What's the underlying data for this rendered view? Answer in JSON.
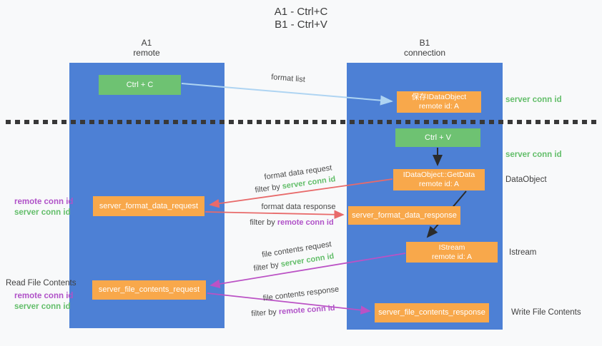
{
  "title": {
    "line1": "A1 - Ctrl+C",
    "line2": "B1 - Ctrl+V"
  },
  "columns": {
    "a": {
      "name": "A1",
      "role": "remote"
    },
    "b": {
      "name": "B1",
      "role": "connection"
    }
  },
  "nodes": {
    "ctrl_c": {
      "label": "Ctrl + C"
    },
    "save_idataobject": {
      "line1": "保存IDataObject",
      "line2": "remote id: A"
    },
    "ctrl_v": {
      "label": "Ctrl + V"
    },
    "getdata": {
      "line1": "IDataObject::GetData",
      "line2": "remote id: A"
    },
    "format_request": {
      "label": "server_format_data_request"
    },
    "format_response": {
      "label": "server_format_data_response"
    },
    "istream": {
      "line1": "IStream",
      "line2": "remote id: A"
    },
    "file_request": {
      "label": "server_file_contents_request"
    },
    "file_response": {
      "label": "server_file_contents_response"
    }
  },
  "side_labels": {
    "server_conn_id_top": "server conn id",
    "server_conn_id_mid": "server conn id",
    "dataobject": "DataObject",
    "istream": "Istream",
    "write_file_contents": "Write File Contents",
    "read_file_contents": "Read File Contents",
    "remote_conn_id_format": "remote conn id",
    "server_conn_id_format": "server conn id",
    "remote_conn_id_file": "remote conn id",
    "server_conn_id_file": "server conn id"
  },
  "arrow_labels": {
    "format_list": "format list",
    "format_data_request": "format data request",
    "filter_request_prefix": "filter by",
    "filter_request_highlight": "server conn id",
    "format_data_response": "format data response",
    "filter_response_prefix": "filter by",
    "filter_response_highlight": "remote conn id",
    "file_contents_request": "file contents request",
    "file_filter_request_prefix": "filter by",
    "file_filter_request_highlight": "server conn id",
    "file_contents_response": "file contents response",
    "file_filter_response_prefix": "filter by",
    "file_filter_response_highlight": "remote conn id"
  },
  "colors": {
    "lifeline_blue": "#4D80D5",
    "action_green": "#6EC272",
    "message_orange": "#F8A84B",
    "request_red": "#E86A6A",
    "response_purple": "#BB52C5",
    "format_list_blue": "#AED4F2",
    "green_text": "#63BE6A",
    "purple_text": "#B052C8",
    "dark_text": "#3F3F3F",
    "dotted_line": "#383838"
  }
}
